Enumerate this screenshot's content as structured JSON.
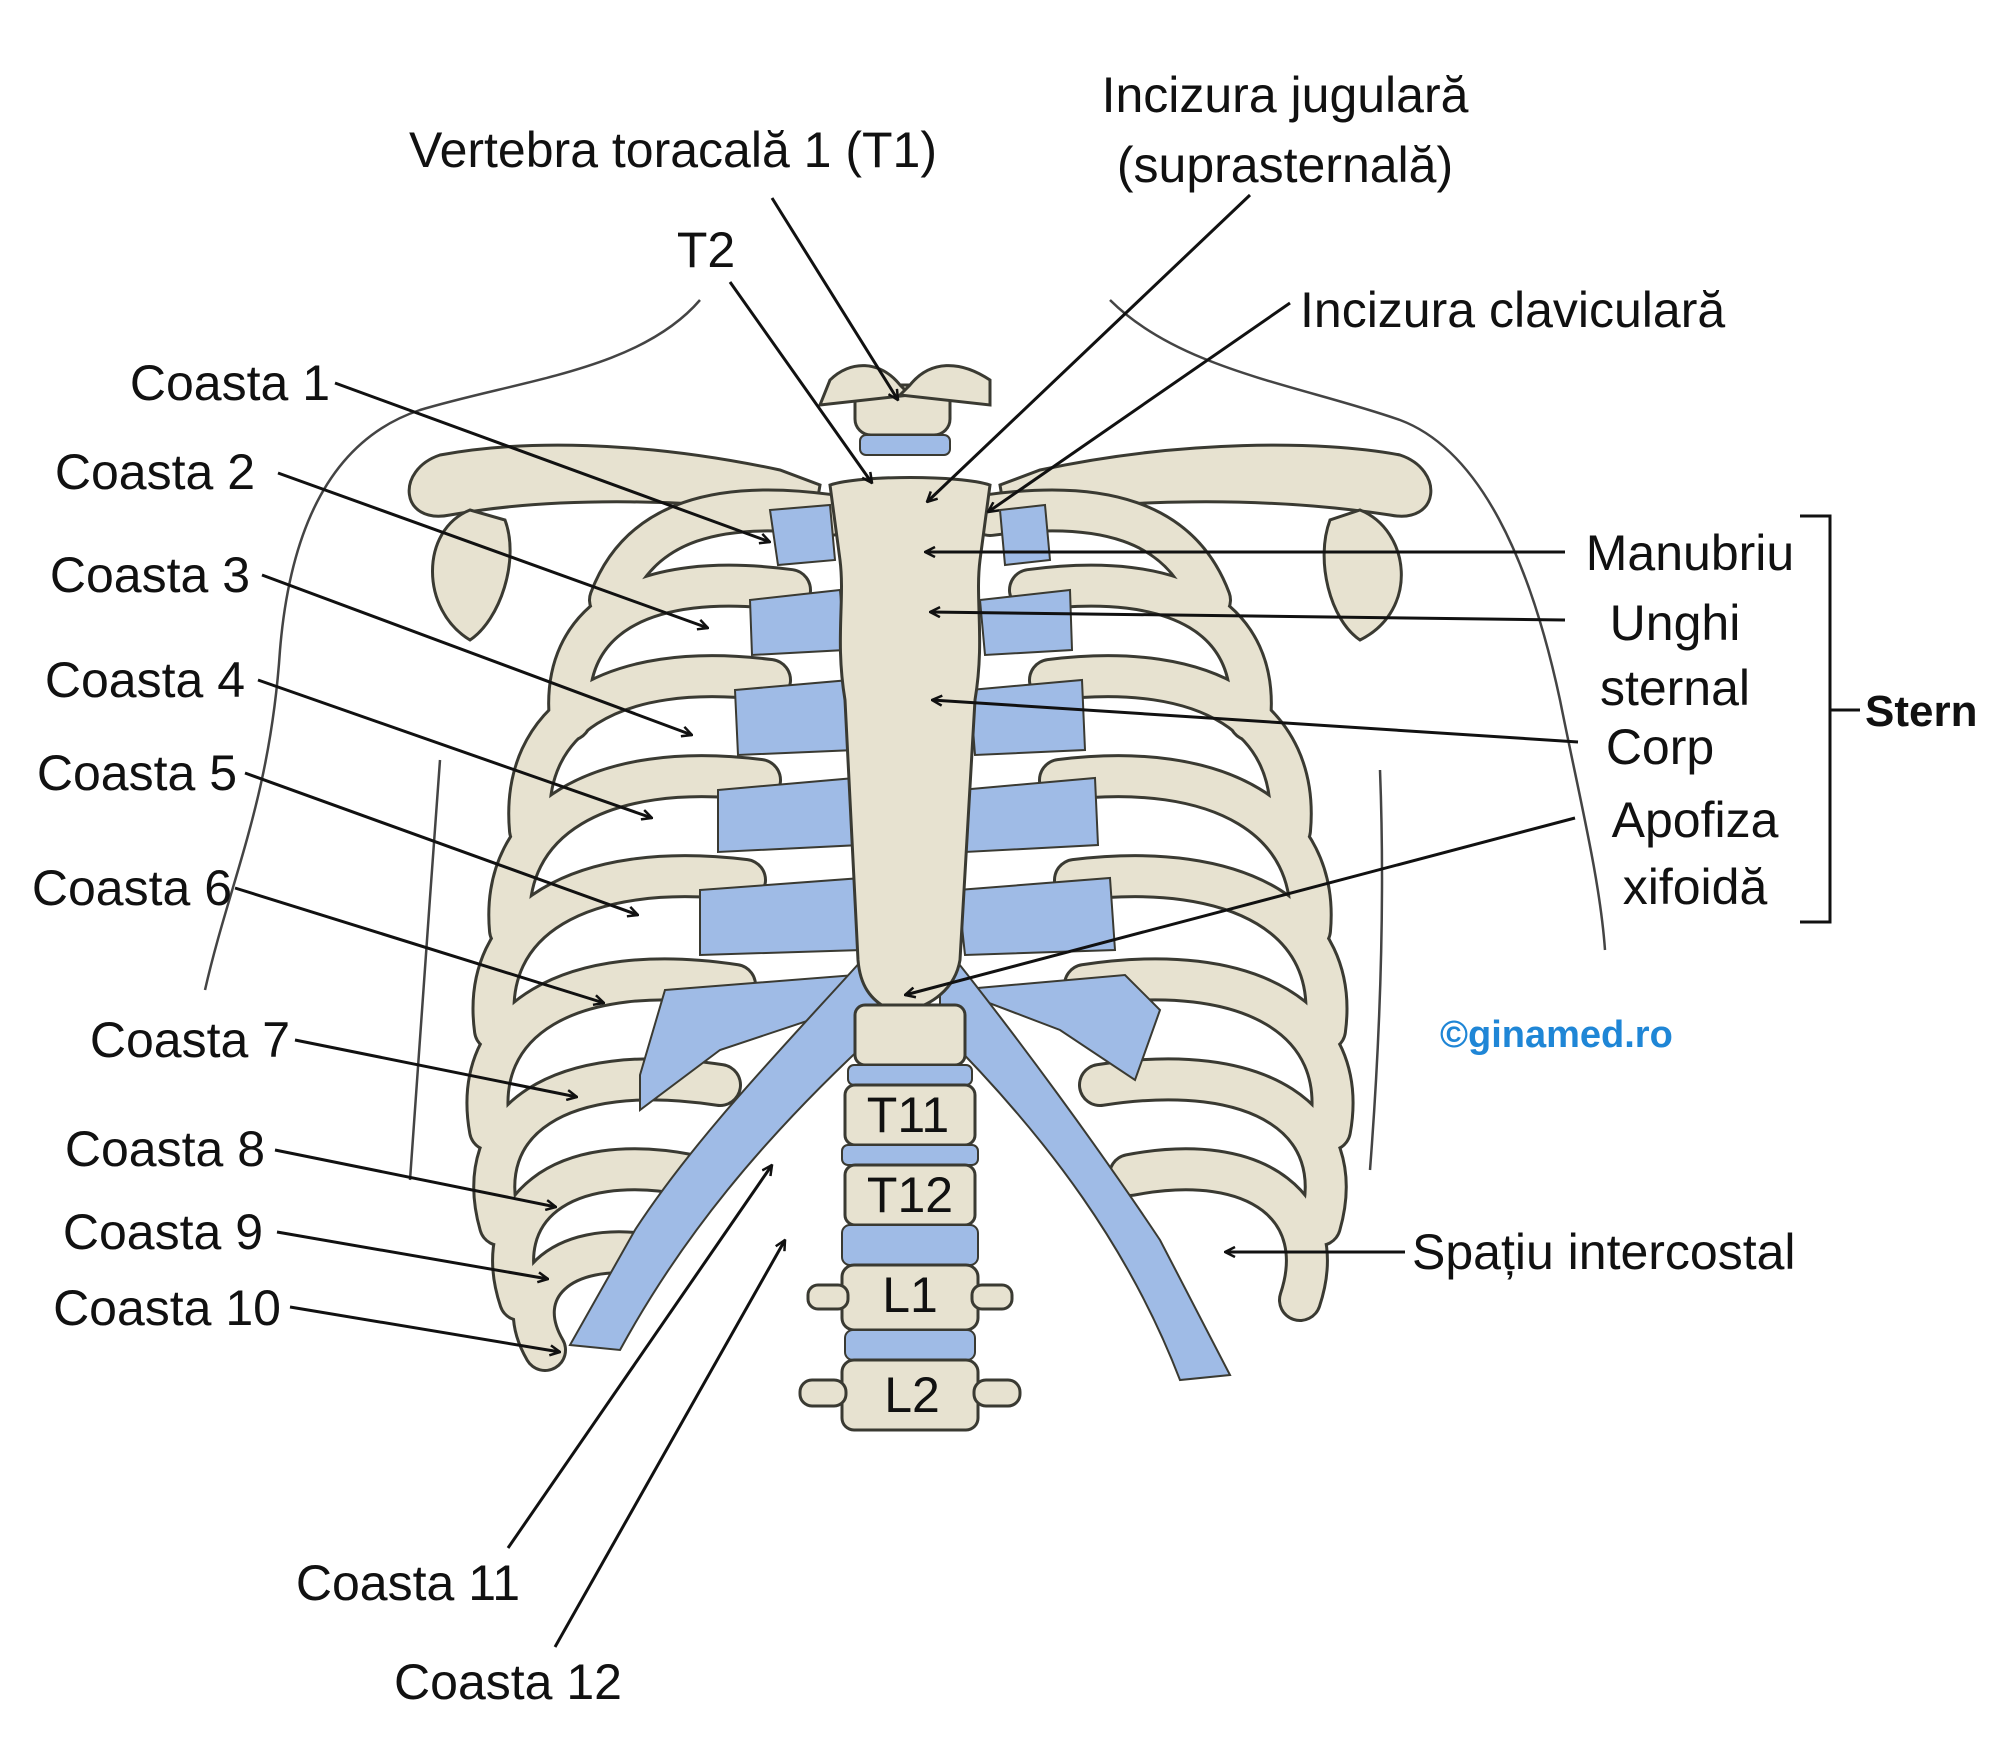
{
  "colors": {
    "bone": "#e7e2d0",
    "bone_stroke": "#3a3a32",
    "cartilage": "#9fbbe6",
    "disc": "#9fbbe6",
    "leader": "#111111",
    "credit": "#1f86d6"
  },
  "labels": {
    "t1": "Vertebra toracală 1 (T1)",
    "t2": "T2",
    "jugular_line1": "Incizura jugulară",
    "jugular_line2": "(suprasternală)",
    "clavicular": "Incizura claviculară",
    "rib1": "Coasta 1",
    "rib2": "Coasta 2",
    "rib3": "Coasta 3",
    "rib4": "Coasta 4",
    "rib5": "Coasta 5",
    "rib6": "Coasta 6",
    "rib7": "Coasta 7",
    "rib8": "Coasta 8",
    "rib9": "Coasta 9",
    "rib10": "Coasta 10",
    "rib11": "Coasta 11",
    "rib12": "Coasta 12",
    "manubrium": "Manubriu",
    "sternal_angle_line1": "Unghi",
    "sternal_angle_line2": "sternal",
    "body": "Corp",
    "xiphoid_line1": "Apofiza",
    "xiphoid_line2": "xifoidă",
    "sternum": "Stern",
    "intercostal": "Spațiu intercostal"
  },
  "vertebrae": {
    "t11": "T11",
    "t12": "T12",
    "l1": "L1",
    "l2": "L2"
  },
  "credit": "©ginamed.ro"
}
